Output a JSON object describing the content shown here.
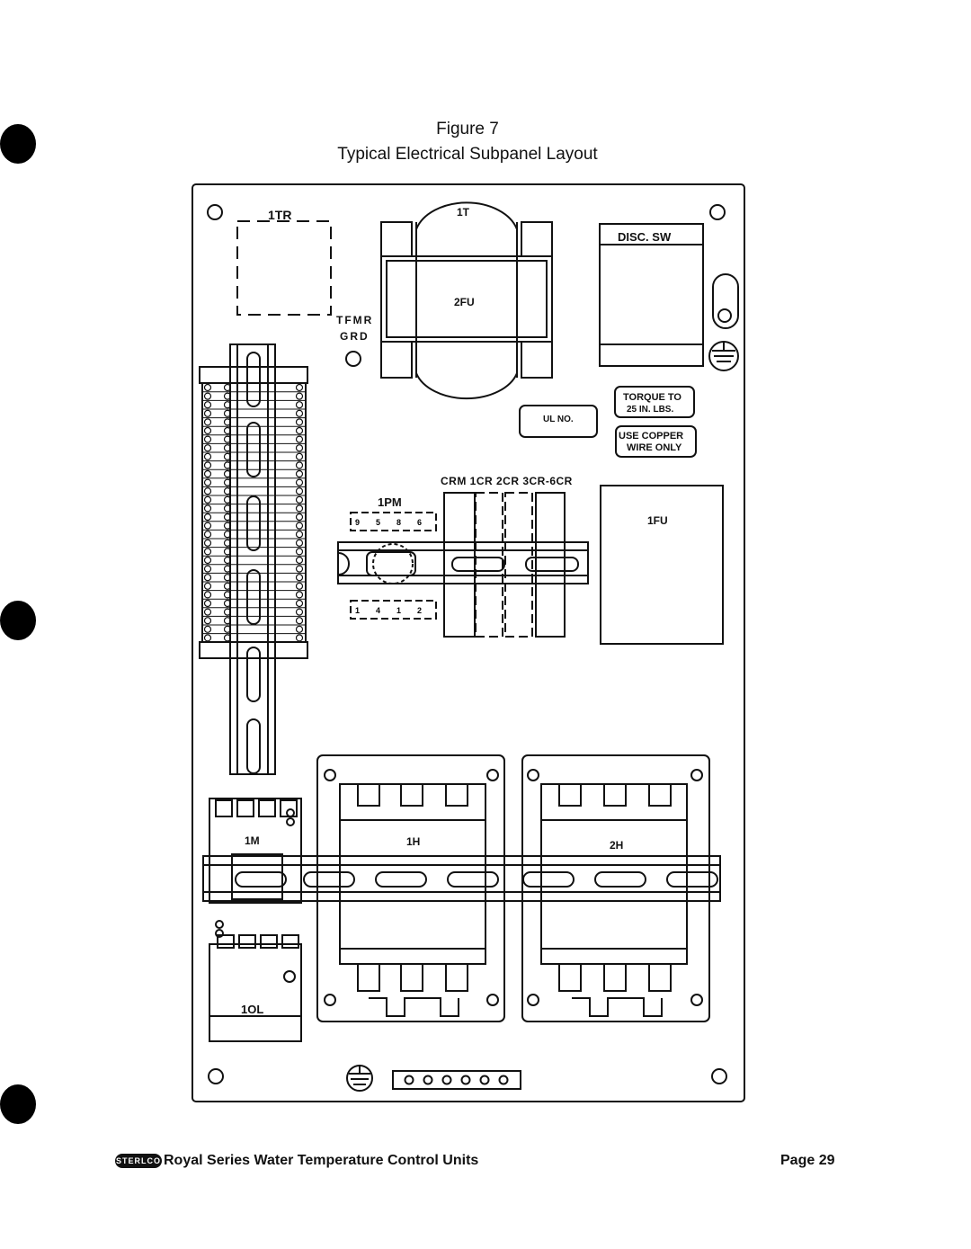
{
  "figure": {
    "number": "Figure 7",
    "caption": "Typical Electrical Subpanel Layout"
  },
  "labels": {
    "tr1": "1TR",
    "t1": "1T",
    "fu2": "2FU",
    "tfmr": "TFMR",
    "grd": "GRD",
    "disc_sw": "DISC. SW",
    "ul_no": "UL NO.",
    "torque_1": "TORQUE TO",
    "torque_2": "25 IN. LBS.",
    "copper_1": "USE COPPER",
    "copper_2": "WIRE ONLY",
    "relays": "CRM 1CR 2CR 3CR-6CR",
    "pm1": "1PM",
    "fu1": "1FU",
    "m1": "1M",
    "h1": "1H",
    "h2": "2H",
    "ol1": "1OL",
    "pm_top_pins": [
      "9",
      "5",
      "8",
      "6"
    ],
    "pm_bottom_pins": [
      "1",
      "4",
      "1",
      "2"
    ]
  },
  "footer": {
    "logo": "STERLCO",
    "title": "Royal Series Water Temperature Control Units",
    "page": "Page 29"
  }
}
